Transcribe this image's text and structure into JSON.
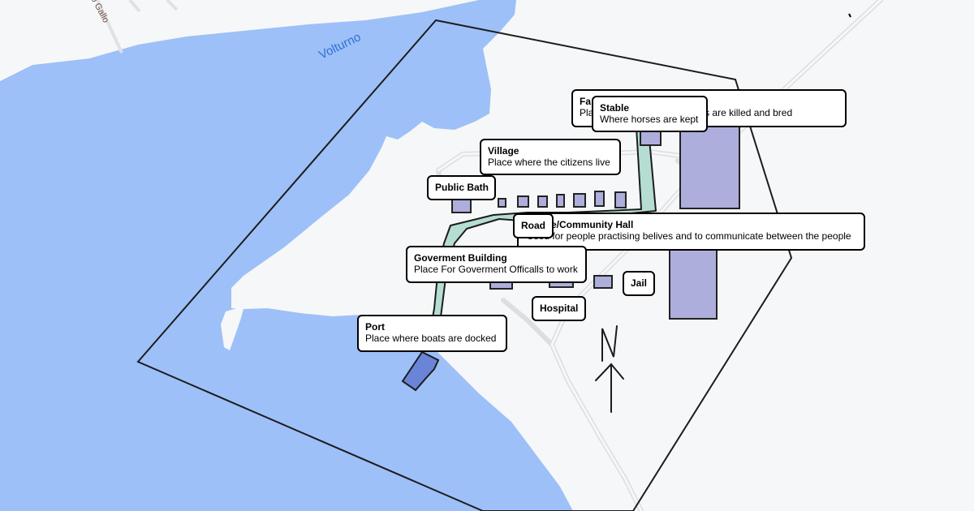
{
  "map": {
    "water_color": "#9ec0f8",
    "land_color": "#f6f7f8",
    "road_color": "#d9dbdd",
    "building_fill": "#aeaedc",
    "building_stroke": "#222222",
    "road_fill": "#b5ddd3",
    "port_fill": "#6a84d8",
    "place_labels": {
      "river": "Volturno",
      "street": "o Gallo"
    },
    "compass": "N"
  },
  "callouts": {
    "farm": {
      "title": "Fa",
      "description": "Pla food is grown and animals are killed and bred"
    },
    "stable": {
      "title": "Stable",
      "description": "Where horses are kept"
    },
    "village": {
      "title": "Village",
      "description": "Place where the citizens live"
    },
    "public_bath": {
      "title": "Public Bath"
    },
    "temple": {
      "title": "e/Community Hall",
      "description": "Used for people practising belives and to communicate between the people"
    },
    "road": {
      "title": "Road"
    },
    "government": {
      "title": "Goverment Building",
      "description": "Place For Goverment Officalls to work"
    },
    "jail": {
      "title": "Jail"
    },
    "hospital": {
      "title": "Hospital"
    },
    "port": {
      "title": "Port",
      "description": "Place where boats are docked"
    }
  }
}
